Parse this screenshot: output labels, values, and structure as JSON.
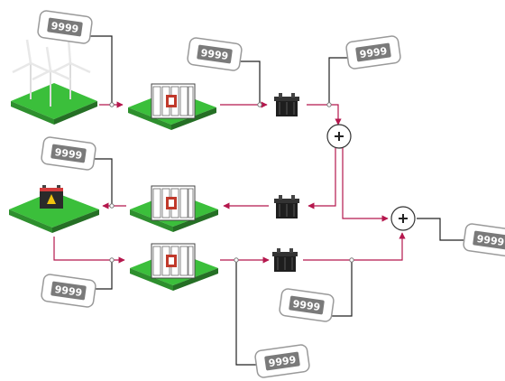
{
  "displays": {
    "wind": "9999",
    "converter1": "9999",
    "sum1_out": "9999",
    "battery": "9999",
    "battery_converter": "9999",
    "transformer3": "9999",
    "sum2_out": "9999",
    "bottom": "9999"
  },
  "colors": {
    "flow": "#b5174d",
    "wire": "#222222",
    "ground": "#3bbf3b",
    "display_bg": "#7a7a7a"
  },
  "icons": [
    "wind-farm-icon",
    "battery-icon",
    "converter-cabinet-icon",
    "transformer-icon",
    "sum-junction-icon",
    "display-panel-icon"
  ]
}
